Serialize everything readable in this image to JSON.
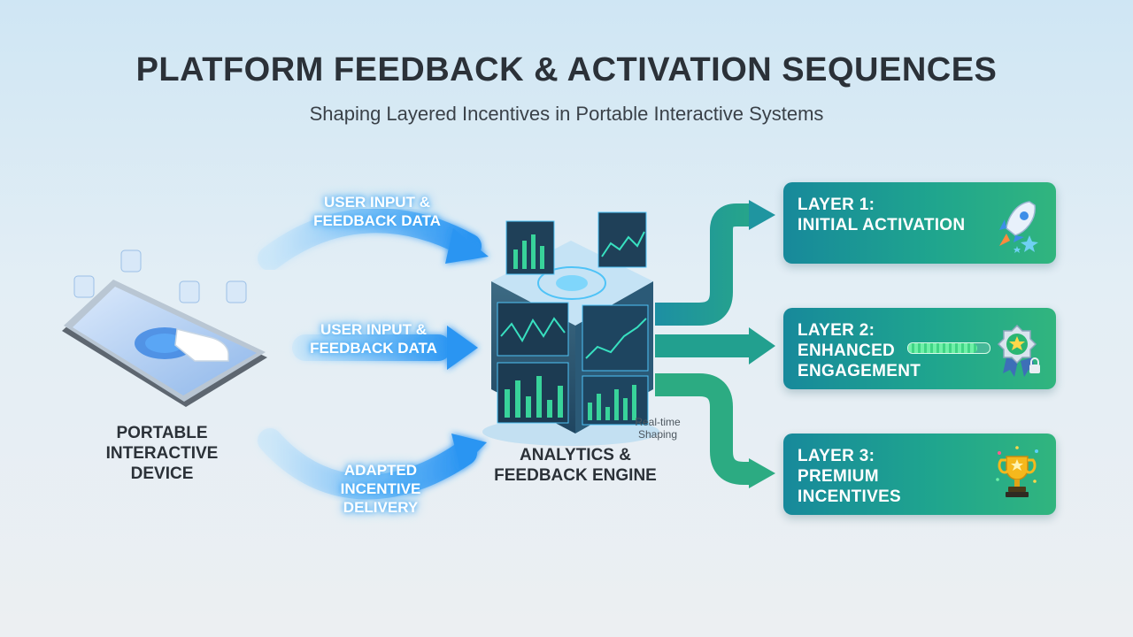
{
  "header": {
    "title": "PLATFORM FEEDBACK & ACTIVATION SEQUENCES",
    "subtitle": "Shaping Layered Incentives in Portable Interactive Systems"
  },
  "device": {
    "label": "PORTABLE\nINTERACTIVE\nDEVICE"
  },
  "flows": [
    {
      "label": "USER INPUT &\nFEEDBACK DATA"
    },
    {
      "label": "USER INPUT &\nFEEDBACK DATA"
    },
    {
      "label": "ADAPTED\nINCENTIVE\nDELIVERY"
    }
  ],
  "engine": {
    "label": "ANALYTICS &\nFEEDBACK ENGINE",
    "note": "Real-time\nShaping"
  },
  "layers": [
    {
      "label": "LAYER 1:\nINITIAL ACTIVATION",
      "icon": "rocket-icon"
    },
    {
      "label": "LAYER 2:\nENHANCED\nENGAGEMENT",
      "icon": "badge-icon"
    },
    {
      "label": "LAYER 3:\nPREMIUM\nINCENTIVES",
      "icon": "trophy-icon"
    }
  ],
  "colors": {
    "blue_flow": "#3ea6f5",
    "teal_card": "#1b9a96",
    "green_card": "#31b57e"
  }
}
